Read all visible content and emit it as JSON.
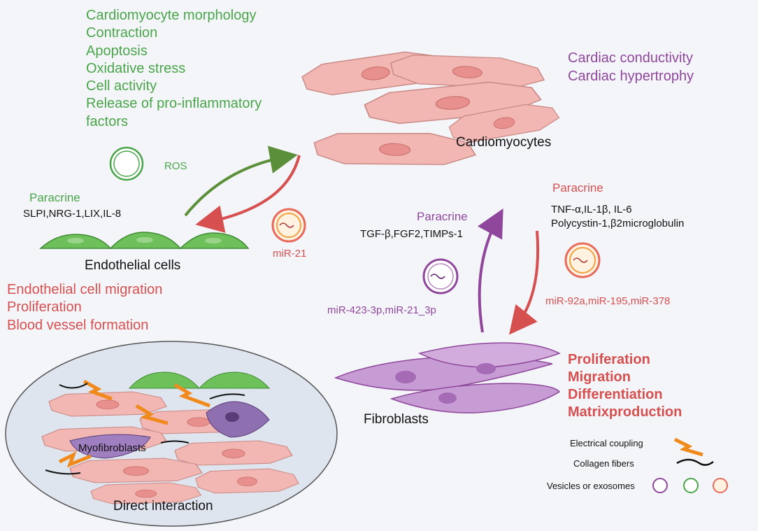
{
  "effects_cardiomyocyte": [
    "Cardiomyocyte morphology",
    "Contraction",
    "Apoptosis",
    "Oxidative stress",
    "Cell activity",
    "Release of pro-inflammatory",
    "factors"
  ],
  "effects_conduction": [
    "Cardiac conductivity",
    "Cardiac hypertrophy"
  ],
  "cells": {
    "cardiomyocytes": "Cardiomyocytes",
    "endothelial": "Endothelial cells",
    "fibroblasts": "Fibroblasts",
    "myofibroblasts": "Myofibroblasts"
  },
  "ros_label": "ROS",
  "paracrine_endothelial": {
    "title": "Paracrine",
    "factors": "SLPI,NRG-1,LIX,IL-8"
  },
  "mirna_endothelial": "miR-21",
  "effects_endothelial": [
    "Endothelial cell migration",
    "Proliferation",
    "Blood vessel formation"
  ],
  "paracrine_fibroblast_purple": {
    "title": "Paracrine",
    "factors": "TGF-β,FGF2,TIMPs-1",
    "mirna": "miR-423-3p,miR-21_3p"
  },
  "paracrine_fibroblast_red": {
    "title": "Paracrine",
    "factors_line1": "TNF-α,IL-1β, IL-6",
    "factors_line2": "Polycystin-1,β2microglobulin",
    "mirna": "miR-92a,miR-195,miR-378"
  },
  "effects_fibroblast": [
    "Proliferation",
    "Migration",
    "Differentiation",
    "Matrixproduction"
  ],
  "direct_interaction": "Direct interaction",
  "legend": {
    "electrical": "Electrical coupling",
    "collagen": "Collagen fibers",
    "vesicles": "Vesicles or exosomes"
  },
  "colors": {
    "green": "#4aa54a",
    "red": "#d65050",
    "purple": "#8e479b",
    "cardiomyocyte": "#f2b7b3",
    "endothelial": "#6ec15a",
    "fibroblast": "#c79bd3",
    "ellipse": "#dfe5ee"
  }
}
